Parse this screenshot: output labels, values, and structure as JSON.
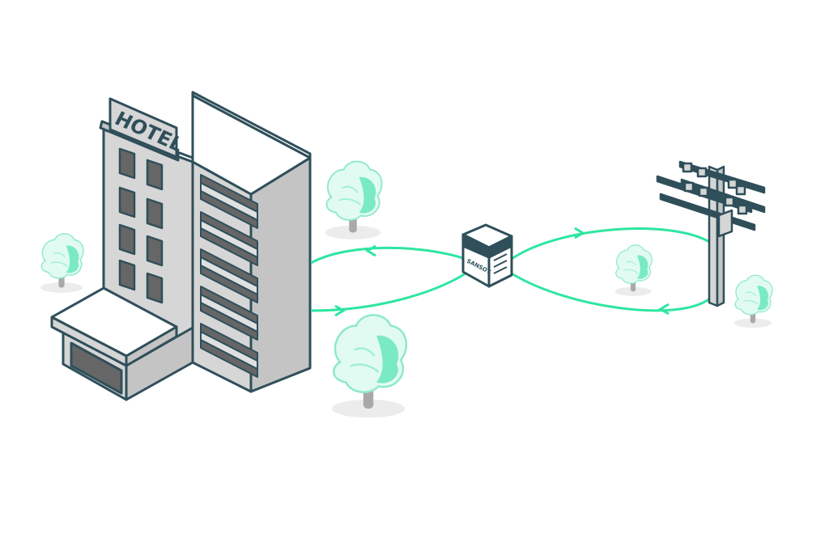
{
  "colors": {
    "outline": "#2f4f5a",
    "building_light": "#d6d6d6",
    "building_mid": "#c4c4c4",
    "building_dark": "#b0b0b0",
    "window": "#666666",
    "flow": "#2ee6a1",
    "tree_fill": "#e2fbf2",
    "tree_accent": "#6fe8bf",
    "shadow": "#ececec",
    "trunk": "#a9a9a9"
  },
  "hotel": {
    "sign_text": "HOTEL"
  },
  "battery": {
    "brand_text": "SANSOT"
  },
  "icons": [
    "hotel-building",
    "battery-unit",
    "power-pole",
    "tree"
  ]
}
